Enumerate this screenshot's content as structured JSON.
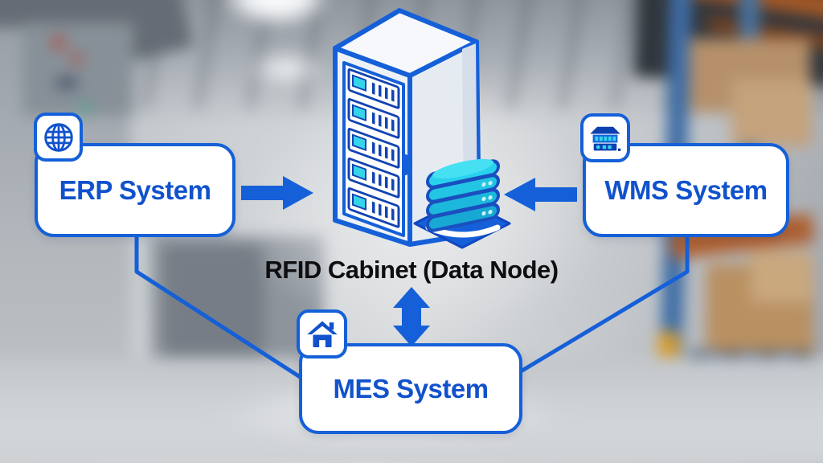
{
  "diagram": {
    "center_label": "RFID Cabinet (Data Node)",
    "nodes": [
      {
        "id": "erp",
        "label": "ERP System",
        "icon": "globe-icon",
        "position": "left"
      },
      {
        "id": "wms",
        "label": "WMS System",
        "icon": "warehouse-icon",
        "position": "right"
      },
      {
        "id": "mes",
        "label": "MES System",
        "icon": "house-icon",
        "position": "bottom"
      }
    ],
    "edges": [
      {
        "from": "erp",
        "to": "rfid-cabinet",
        "style": "solid-arrow",
        "direction": "one-way"
      },
      {
        "from": "wms",
        "to": "rfid-cabinet",
        "style": "solid-arrow",
        "direction": "one-way"
      },
      {
        "from": "rfid-cabinet",
        "to": "mes",
        "style": "double-arrow",
        "direction": "two-way"
      },
      {
        "from": "erp",
        "to": "mes",
        "style": "line"
      },
      {
        "from": "wms",
        "to": "mes",
        "style": "line"
      }
    ],
    "colors": {
      "primary_blue": "#1560d8",
      "text_blue": "#1152cc",
      "dark_blue": "#1243b2",
      "cyan": "#35d4ea",
      "label_black": "#0e0e10"
    },
    "scene": "blurred warehouse interior photo background"
  }
}
